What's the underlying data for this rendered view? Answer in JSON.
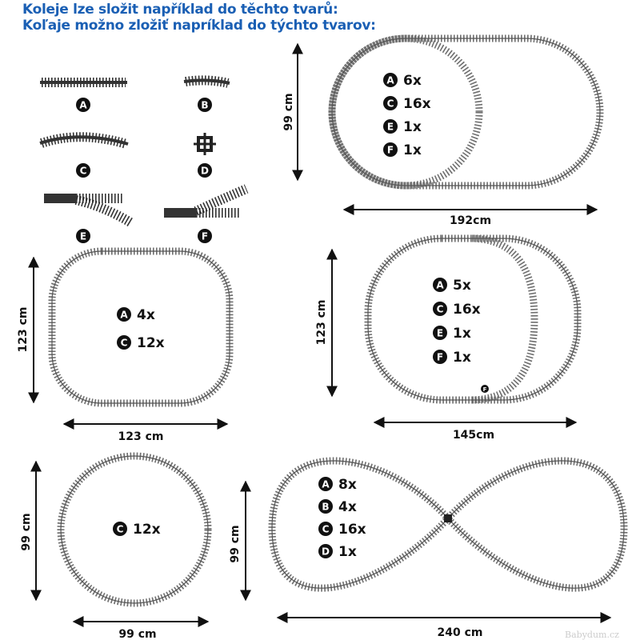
{
  "title": {
    "line_cz": "Koleje lze složit například do těchto tvarů:",
    "line_sk": "Koľaje možno zložiť napríklad do týchto tvarov:"
  },
  "parts": [
    "A",
    "B",
    "C",
    "D",
    "E",
    "F"
  ],
  "layouts": {
    "oval_192": {
      "items": [
        {
          "letter": "A",
          "count": "6x"
        },
        {
          "letter": "C",
          "count": "16x"
        },
        {
          "letter": "E",
          "count": "1x"
        },
        {
          "letter": "F",
          "count": "1x"
        }
      ],
      "height": "99 cm",
      "width": "192cm"
    },
    "square_123": {
      "items": [
        {
          "letter": "A",
          "count": "4x"
        },
        {
          "letter": "C",
          "count": "12x"
        }
      ],
      "height": "123 cm",
      "width": "123 cm"
    },
    "oval_145": {
      "items": [
        {
          "letter": "A",
          "count": "5x"
        },
        {
          "letter": "C",
          "count": "16x"
        },
        {
          "letter": "E",
          "count": "1x"
        },
        {
          "letter": "F",
          "count": "1x"
        }
      ],
      "height": "123 cm",
      "width": "145cm",
      "switch_label": "F"
    },
    "circle_99": {
      "items": [
        {
          "letter": "C",
          "count": "12x"
        }
      ],
      "height": "99 cm",
      "width": "99 cm"
    },
    "eight_240": {
      "items": [
        {
          "letter": "A",
          "count": "8x"
        },
        {
          "letter": "B",
          "count": "4x"
        },
        {
          "letter": "C",
          "count": "16x"
        },
        {
          "letter": "D",
          "count": "1x"
        }
      ],
      "height": "99 cm",
      "width": "240 cm"
    }
  },
  "watermark": "Babydum.cz"
}
